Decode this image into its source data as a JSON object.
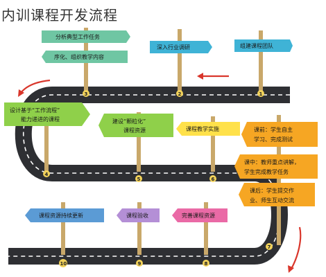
{
  "title": "内训课程开发流程",
  "signs": [
    {
      "id": "s1",
      "text": "分析典型工作任务",
      "color": "#6fc6a3"
    },
    {
      "id": "s2",
      "text": "序化、组织教学内容",
      "color": "#6fc6a3"
    },
    {
      "id": "s3",
      "text": "深入行业调研",
      "color": "#3fb3d6"
    },
    {
      "id": "s4",
      "text": "组建课程团队",
      "color": "#3fb3d6"
    },
    {
      "id": "s5a",
      "text": "设计基于“工作流程”",
      "color": "#8fd04a"
    },
    {
      "id": "s5b",
      "text": "能力递进的课程",
      "color": "#8fd04a"
    },
    {
      "id": "s6a",
      "text": "建设“颗粒化”",
      "color": "#8fd04a"
    },
    {
      "id": "s6b",
      "text": "课程资源",
      "color": "#8fd04a"
    },
    {
      "id": "s7",
      "text": "课程教学实施",
      "color": "#ffe14a"
    },
    {
      "id": "s8a",
      "text": "课前：学生自主",
      "color": "#f6a623"
    },
    {
      "id": "s8b",
      "text": "学习、完成测试",
      "color": "#f6a623"
    },
    {
      "id": "s9a",
      "text": "课中：教师重点讲解，",
      "color": "#f6a623"
    },
    {
      "id": "s9b",
      "text": "学生完成教学任务",
      "color": "#f6a623"
    },
    {
      "id": "s10a",
      "text": "课后：学生提交作",
      "color": "#f6a623"
    },
    {
      "id": "s10b",
      "text": "业、师生互动交流",
      "color": "#f6a623"
    },
    {
      "id": "s11",
      "text": "课程资源持续更新",
      "color": "#5b9bd5"
    },
    {
      "id": "s12",
      "text": "课程验收",
      "color": "#b48fd6"
    },
    {
      "id": "s13",
      "text": "完善课程资源",
      "color": "#ea6aa6"
    }
  ],
  "markers": [
    "1",
    "2",
    "3",
    "4",
    "5",
    "6",
    "7",
    "8",
    "9",
    "10"
  ],
  "colors": {
    "road": "#2e2f33",
    "dash": "#ffffff",
    "post": "#c9a86a",
    "arrow": "#d9362b"
  }
}
